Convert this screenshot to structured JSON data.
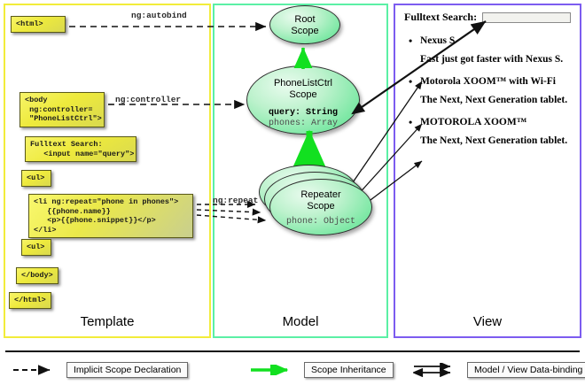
{
  "panels": [
    {
      "key": "template",
      "label": "Template",
      "border_color": "#f2ec3a"
    },
    {
      "key": "model",
      "label": "Model",
      "border_color": "#5bf0a5"
    },
    {
      "key": "view",
      "label": "View",
      "border_color": "#7c5cf0"
    }
  ],
  "template": {
    "boxes": [
      {
        "name": "html-open-box",
        "text": "<html>"
      },
      {
        "name": "body-controller-box",
        "text": "<body\n ng:controller=\n \"PhoneListCtrl\">"
      },
      {
        "name": "fulltext-search-input-box",
        "text": "Fulltext Search:\n   <input name=\"query\">"
      },
      {
        "name": "ul-open-box",
        "text": "<ul>"
      },
      {
        "name": "li-repeat-box",
        "text": "<li ng:repeat=\"phone in phones\">\n   {{phone.name}}\n   <p>{{phone.snippet}}</p>\n</li>"
      },
      {
        "name": "ul-close-box",
        "text": "<ul>"
      },
      {
        "name": "body-close-box",
        "text": "</body>"
      },
      {
        "name": "html-close-box",
        "text": "</html>"
      }
    ]
  },
  "connector_labels": [
    {
      "name": "ng-autobind-label",
      "text": "ng:autobind"
    },
    {
      "name": "ng-controller-label",
      "text": "ng:controller"
    },
    {
      "name": "ng-repeat-label",
      "text": "ng:repeat"
    }
  ],
  "model": {
    "scopes": [
      {
        "name": "root-scope",
        "title_line1": "Root",
        "title_line2": "Scope",
        "props": []
      },
      {
        "name": "phonelistctrl-scope",
        "title_line1": "PhoneListCtrl",
        "title_line2": "Scope",
        "props": [
          {
            "text": "query: String",
            "emphasis": "strong"
          },
          {
            "text": "phones: Array",
            "emphasis": "dim"
          }
        ]
      },
      {
        "name": "repeater-scope",
        "title_line1": "Repeater",
        "title_line2": "Scope",
        "props": [
          {
            "text": "phone: Object",
            "emphasis": "dim"
          }
        ]
      }
    ]
  },
  "view": {
    "search_label": "Fulltext Search:",
    "search_value": "",
    "search_placeholder": "",
    "items": [
      {
        "name": "Nexus S",
        "snippet": "Fast just got faster with Nexus S."
      },
      {
        "name": "Motorola XOOM™  with Wi-Fi",
        "snippet": "The Next, Next Generation tablet."
      },
      {
        "name": "MOTOROLA XOOM™",
        "snippet": "The Next, Next Generation tablet."
      }
    ]
  },
  "legend": [
    {
      "name": "legend-implicit-scope-declaration",
      "label": "Implicit Scope Declaration",
      "arrow": "dashed-black",
      "color": "#111111"
    },
    {
      "name": "legend-scope-inheritance",
      "label": "Scope Inheritance",
      "arrow": "solid-green",
      "color": "#12e020"
    },
    {
      "name": "legend-model-view-data-binding",
      "label": "Model / View Data-binding",
      "arrow": "double-black",
      "color": "#111111"
    }
  ]
}
